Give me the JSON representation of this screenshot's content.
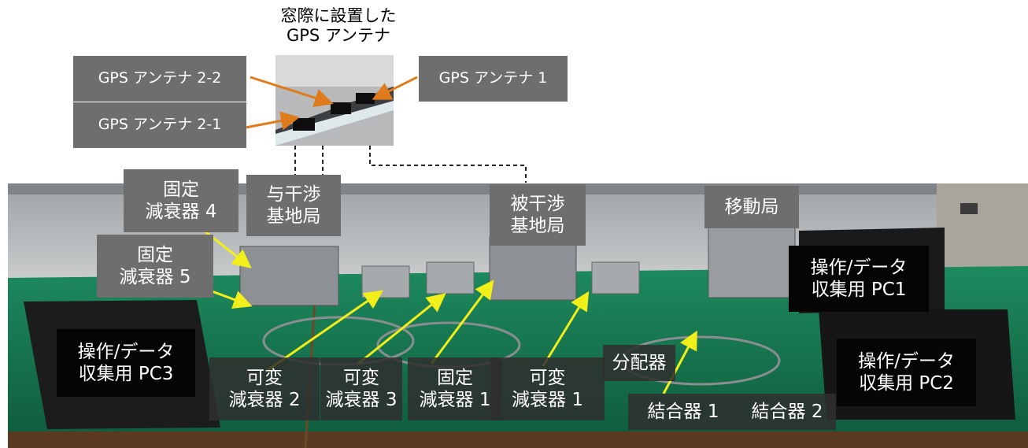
{
  "title": "窓際に設置した\nGPS アンテナ",
  "labels": {
    "gps_antenna_2_2": "GPS アンテナ 2-2",
    "gps_antenna_2_1": "GPS アンテナ 2-1",
    "gps_antenna_1": "GPS アンテナ 1",
    "fixed_attenuator_4": "固定\n減衰器 4",
    "fixed_attenuator_5": "固定\n減衰器 5",
    "interfering_base_station": "与干渉\n基地局",
    "interfered_base_station": "被干渉\n基地局",
    "mobile_station": "移動局",
    "pc1": "操作/データ\n収集用 PC1",
    "pc2": "操作/データ\n収集用 PC2",
    "pc3": "操作/データ\n収集用 PC3",
    "variable_attenuator_2": "可変\n減衰器 2",
    "variable_attenuator_3": "可変\n減衰器 3",
    "fixed_attenuator_1": "固定\n減衰器 1",
    "variable_attenuator_1": "可変\n減衰器 1",
    "splitter": "分配器",
    "coupler_1": "結合器 1",
    "coupler_2": "結合器 2"
  },
  "colors": {
    "antenna_arrow": "#e07b1c",
    "pointer_arrow": "#f2ee1a",
    "cable_link": "#222222",
    "label_gray": "#6e6e6e",
    "label_dark": "#2e2e2e",
    "table_green": "#1f7a55"
  }
}
